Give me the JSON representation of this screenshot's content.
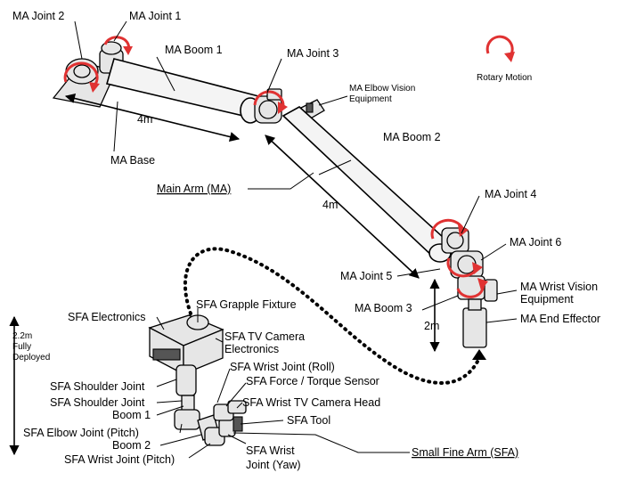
{
  "legend": {
    "rotary_motion": "Rotary Motion"
  },
  "main_arm": {
    "title": "Main Arm (MA)",
    "joint1": "MA Joint 1",
    "joint2": "MA Joint 2",
    "joint3": "MA Joint 3",
    "joint4": "MA Joint 4",
    "joint5": "MA Joint 5",
    "joint6": "MA Joint 6",
    "boom1": "MA Boom 1",
    "boom2": "MA Boom 2",
    "boom3": "MA Boom 3",
    "base": "MA Base",
    "elbow_vision_l1": "MA Elbow Vision",
    "elbow_vision_l2": "Equipment",
    "wrist_vision_l1": "MA Wrist Vision",
    "wrist_vision_l2": "Equipment",
    "end_effector": "MA End Effector"
  },
  "dimensions": {
    "boom1_length": "4m",
    "boom2_length": "4m",
    "boom3_length": "2m",
    "sfa_height_l1": "2.2m",
    "sfa_height_l2": "Fully",
    "sfa_height_l3": "Deployed"
  },
  "small_fine_arm": {
    "title": "Small Fine Arm (SFA)",
    "electronics": "SFA Electronics",
    "grapple_fixture": "SFA Grapple Fixture",
    "tv_camera_l1": "SFA TV Camera",
    "tv_camera_l2": "Electronics",
    "wrist_joint_roll": "SFA Wrist Joint (Roll)",
    "force_torque_sensor": "SFA Force / Torque Sensor",
    "shoulder_joint": "SFA Shoulder Joint",
    "shoulder_joint_2": "SFA Shoulder Joint",
    "boom1": "Boom 1",
    "wrist_tv_camera_head": "SFA Wrist TV Camera Head",
    "tool": "SFA Tool",
    "elbow_joint_pitch": "SFA Elbow Joint (Pitch)",
    "boom2": "Boom 2",
    "wrist_joint_pitch": "SFA Wrist Joint (Pitch)",
    "wrist_joint_yaw_l1": "SFA Wrist",
    "wrist_joint_yaw_l2": "Joint (Yaw)"
  }
}
